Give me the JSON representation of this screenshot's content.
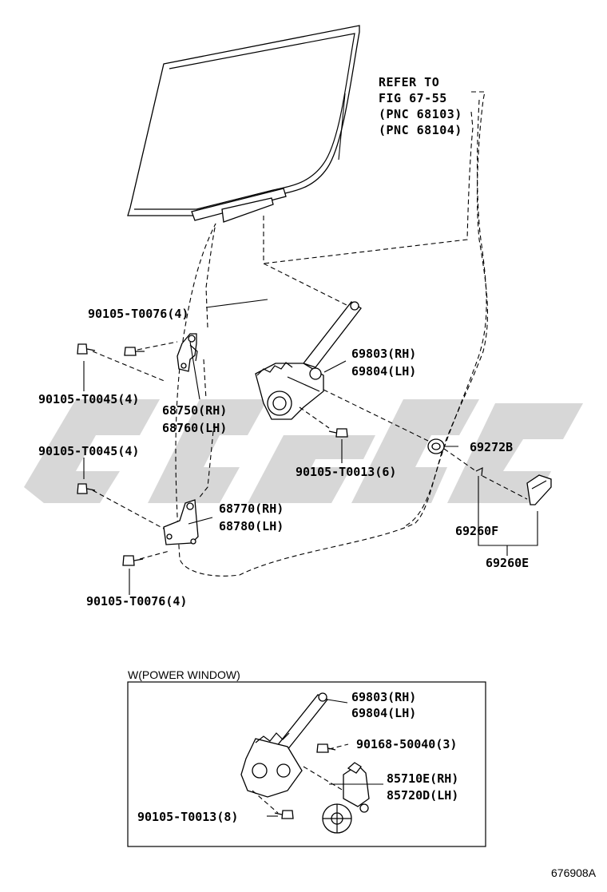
{
  "labels": {
    "refer_line1": "REFER TO",
    "refer_line2": "FIG 67-55",
    "refer_line3": "(PNC 68103)",
    "refer_line4": "(PNC 68104)",
    "bolt_top": "90105-T0076(4)",
    "bolt_left_upper": "90105-T0045(4)",
    "bolt_left_mid": "90105-T0045(4)",
    "bolt_bottom": "90105-T0076(4)",
    "regulator_rh": "69803(RH)",
    "regulator_lh": "69804(LH)",
    "hinge_upper_rh": "68750(RH)",
    "hinge_upper_lh": "68760(LH)",
    "hinge_lower_rh": "68770(RH)",
    "hinge_lower_lh": "68780(LH)",
    "bolt_regulator": "90105-T0013(6)",
    "grommet": "69272B",
    "handle_f": "69260F",
    "handle_e": "69260E"
  },
  "inset": {
    "title": "W(POWER WINDOW)",
    "regulator_rh": "69803(RH)",
    "regulator_lh": "69804(LH)",
    "screw": "90168-50040(3)",
    "motor_rh": "85710E(RH)",
    "motor_lh": "85720D(LH)",
    "bolt": "90105-T0013(8)"
  },
  "figure_id": "676908A"
}
